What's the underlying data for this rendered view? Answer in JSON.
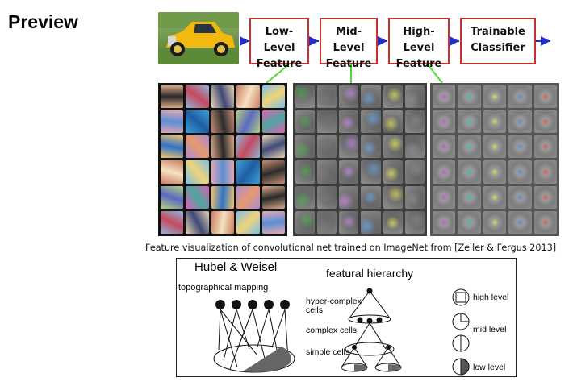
{
  "slide": {
    "title": "Preview"
  },
  "pipeline": {
    "boxes": [
      "Low-Level\nFeature",
      "Mid-Level\nFeature",
      "High-Level\nFeature",
      "Trainable\nClassifier"
    ],
    "accent_box_border": "#c8312b",
    "arrow_color": "#1f2fd1",
    "connector_color": "#52d838"
  },
  "caption": "Feature visualization of convolutional net trained on ImageNet from [Zeiler & Fergus 2013]",
  "hubel": {
    "title": "Hubel & Weisel",
    "mapping_label": "topographical mapping",
    "hierarchy_title": "featural hierarchy",
    "hyper_label": "hyper-complex\ncells",
    "complex_label": "complex cells",
    "simple_label": "simple cells",
    "legend": [
      "high level",
      "mid level",
      "low level"
    ]
  }
}
